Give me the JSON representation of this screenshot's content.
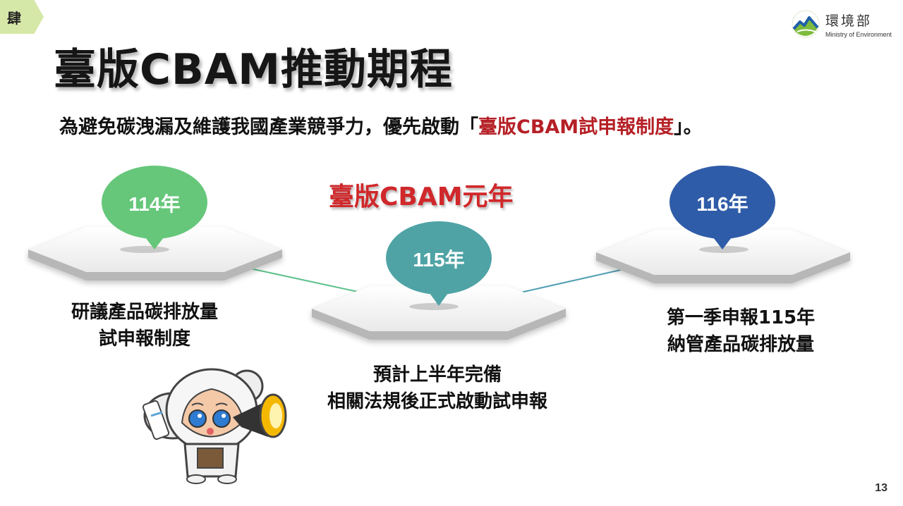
{
  "section_tab": "肆",
  "logo": {
    "zh": "環境部",
    "en": "Ministry of Environment"
  },
  "title": "臺版CBAM推動期程",
  "intro": {
    "prefix": "為避免碳洩漏及維護我國產業競爭力，優先啟動「",
    "highlight": "臺版CBAM試申報制度",
    "suffix": "」。"
  },
  "center_title": "臺版CBAM元年",
  "milestones": [
    {
      "year": "114年",
      "lines": [
        "研議產品碳排放量",
        "試申報制度"
      ],
      "color": "#66c77a"
    },
    {
      "year": "115年",
      "lines": [
        "預計上半年完備",
        "相關法規後正式啟動試申報"
      ],
      "color": "#4fa3a5"
    },
    {
      "year": "116年",
      "lines": [
        "第一季申報115年",
        "納管產品碳排放量"
      ],
      "color": "#2f5ca8"
    }
  ],
  "colors": {
    "accent_red": "#b52026",
    "title_red": "#d0282b"
  },
  "page_number": "13"
}
